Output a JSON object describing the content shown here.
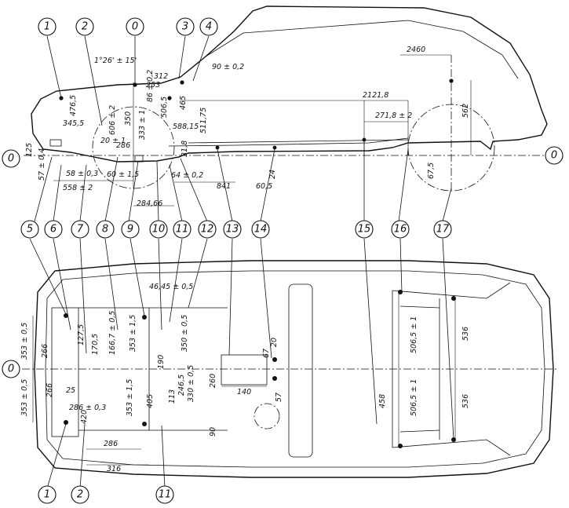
{
  "side_view": {
    "callouts_top": [
      "1",
      "2",
      "0",
      "3",
      "4"
    ],
    "callouts_bottom": [
      "5",
      "6",
      "7",
      "8",
      "9",
      "10",
      "11",
      "12",
      "13",
      "14",
      "15",
      "16",
      "17"
    ],
    "datum_labels": [
      "0",
      "0"
    ],
    "dimensions": [
      "1°26' ± 15'",
      "90 ± 0,2",
      "2460",
      "312",
      "253",
      "506,5",
      "465",
      "588,15",
      "511,75",
      "2121,8",
      "271,8 ± 2",
      "562",
      "476,5",
      "345,5",
      "606 ± 2",
      "350",
      "333 ± 1",
      "286",
      "20 ± 1",
      "86 ± 0,2",
      "125",
      "57 ± 0,4",
      "58 ± 0,3",
      "60 ± 1,5",
      "558 ± 2",
      "64 ± 0,2",
      "31,8",
      "24",
      "60,5",
      "841",
      "67,5",
      "284,66"
    ]
  },
  "plan_view": {
    "callouts_bottom": [
      "1",
      "2",
      "11"
    ],
    "datum_label": "0",
    "dimensions": [
      "46,45 ± 0,5",
      "166,7 ± 0,5",
      "353 ± 1,5",
      "350 ± 0,5",
      "353 ± 0,5",
      "266",
      "170,5",
      "127,5",
      "190",
      "20",
      "67",
      "260",
      "140",
      "57",
      "246,5",
      "330 ± 0,5",
      "113",
      "405",
      "353 ± 1,5",
      "420",
      "25",
      "286 ± 0,3",
      "266",
      "353 ± 0,5",
      "90",
      "286",
      "316",
      "506,5 ± 1",
      "506,5 ± 1",
      "458",
      "536",
      "536"
    ]
  }
}
